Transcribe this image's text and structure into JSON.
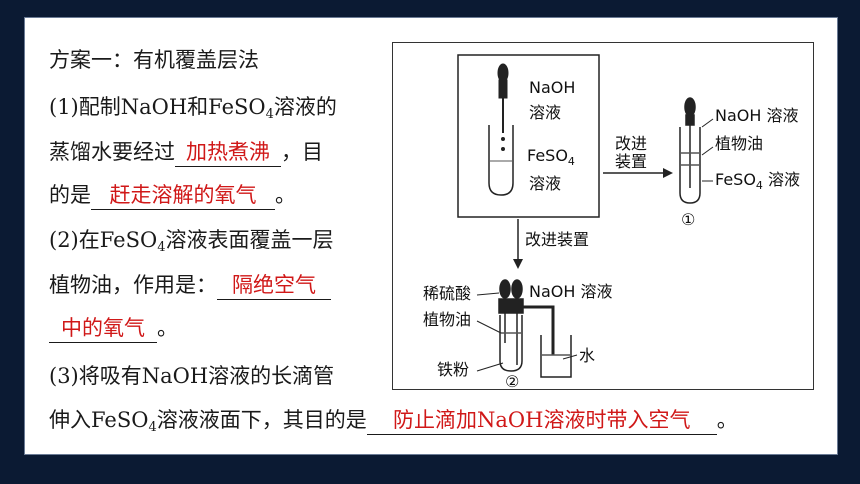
{
  "line1": "方案一：有机覆盖层法",
  "q1": {
    "a": "(1)配制NaOH和FeSO",
    "sub": "4",
    "b": "溶液的",
    "c": "蒸馏水要经过",
    "ans1": "加热煮沸",
    "d": "，目",
    "e": "的是",
    "ans2": "赶走溶解的氧气",
    "f": "。"
  },
  "q2": {
    "a": "(2)在FeSO",
    "sub": "4",
    "b": "溶液表面覆盖一层",
    "c": "植物油，作用是：",
    "ans1": "隔绝空气",
    "ans2": "中的氧气",
    "d": "。"
  },
  "q3": {
    "a": "(3)将吸有NaOH溶液的长滴管",
    "b": "伸入FeSO",
    "sub": "4",
    "c": "溶液液面下，其目的是",
    "ans": "防止滴加NaOH溶液时带入空气",
    "d": "。"
  },
  "figure": {
    "naoh": "NaOH",
    "rongye": "溶液",
    "feso": "FeSO",
    "four": "4",
    "rongye2": "溶液",
    "gaijin1": "改进",
    "zhuangzhi1": "装置",
    "r_naoh": "NaOH 溶液",
    "r_oil": "植物油",
    "r_feso": "FeSO",
    "r_four": "4",
    "r_feso_tail": " 溶液",
    "circ1": "①",
    "gaijin_zz": "改进装置",
    "xi": "稀硫酸",
    "naoh2": "NaOH 溶液",
    "oil2": "植物油",
    "shui": "水",
    "tiefen": "铁粉",
    "circ2": "②"
  }
}
